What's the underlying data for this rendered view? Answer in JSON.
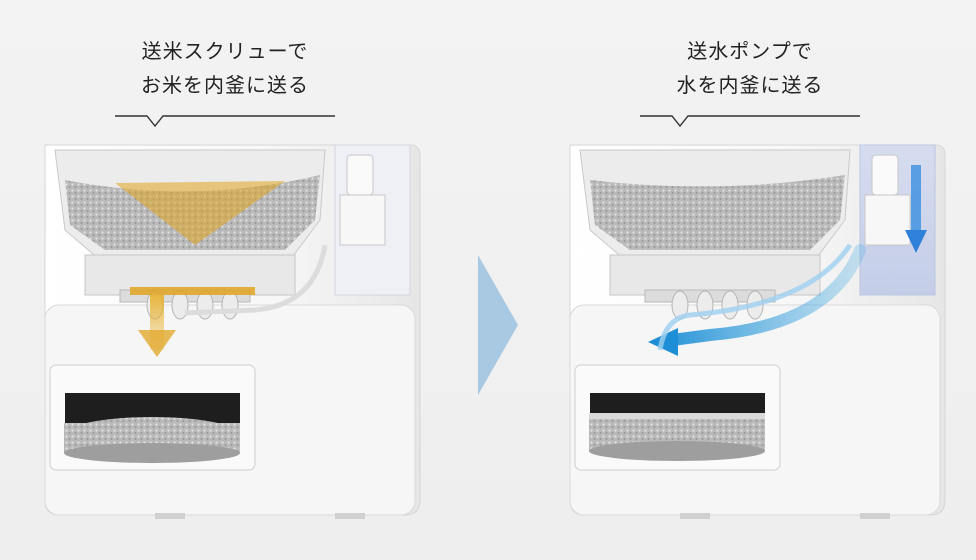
{
  "left_panel": {
    "caption_line1": "送米スクリューで",
    "caption_line2": "お米を内釜に送る",
    "accent_color": "#e0a421"
  },
  "right_panel": {
    "caption_line1": "送水ポンプで",
    "caption_line2": "水を内釜に送る",
    "accent_color": "#3aa5e0"
  },
  "colors": {
    "background": "#efefef",
    "body": "#f7f7f7",
    "rice_gray": "#b7b7b7",
    "divider_arrow": "#a9c9e2"
  },
  "icons": {
    "divider": "chevron-right-icon"
  }
}
